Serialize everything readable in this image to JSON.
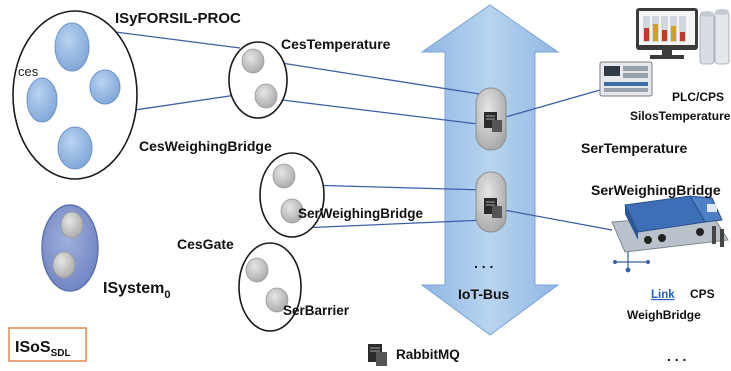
{
  "labels": {
    "isyforsil_proc": "ISyFORSIL-PROC",
    "ces": "ces",
    "ces_temperature": "CesTemperature",
    "ces_weighing_bridge": "CesWeighingBridge",
    "ser_weighing_bridge_inner": "SerWeighingBridge",
    "ces_gate": "CesGate",
    "ser_barrier": "SerBarrier",
    "isystem_main": "ISystem",
    "isystem_sub": "0",
    "isos_main": "ISoS",
    "isos_sub": "SDL",
    "iot_bus": "IoT-Bus",
    "bus_ellipsis": ". . .",
    "rabbitmq": "RabbitMQ",
    "plc_cps": "PLC/CPS",
    "silos_temperature": "SilosTemperature",
    "ser_temperature": "SerTemperature",
    "ser_weighing_bridge_right": "SerWeighingBridge",
    "link": "Link",
    "cps": "CPS",
    "weigh_bridge": "WeighBridge",
    "bottom_ellipsis": ". . ."
  },
  "colors": {
    "service_blue": "#8db3e2",
    "service_gray": "#bfbfbf",
    "arrow_fill": "#9dc3e6",
    "connector": "#3a5fa8",
    "isos_border": "#e08a4f",
    "link": "#1f5fbf",
    "isystem_fill": "#7f93c9"
  },
  "icons": [
    "server-icon",
    "silo-plc-icon",
    "truck-weighbridge-icon",
    "rabbitmq-icon"
  ]
}
